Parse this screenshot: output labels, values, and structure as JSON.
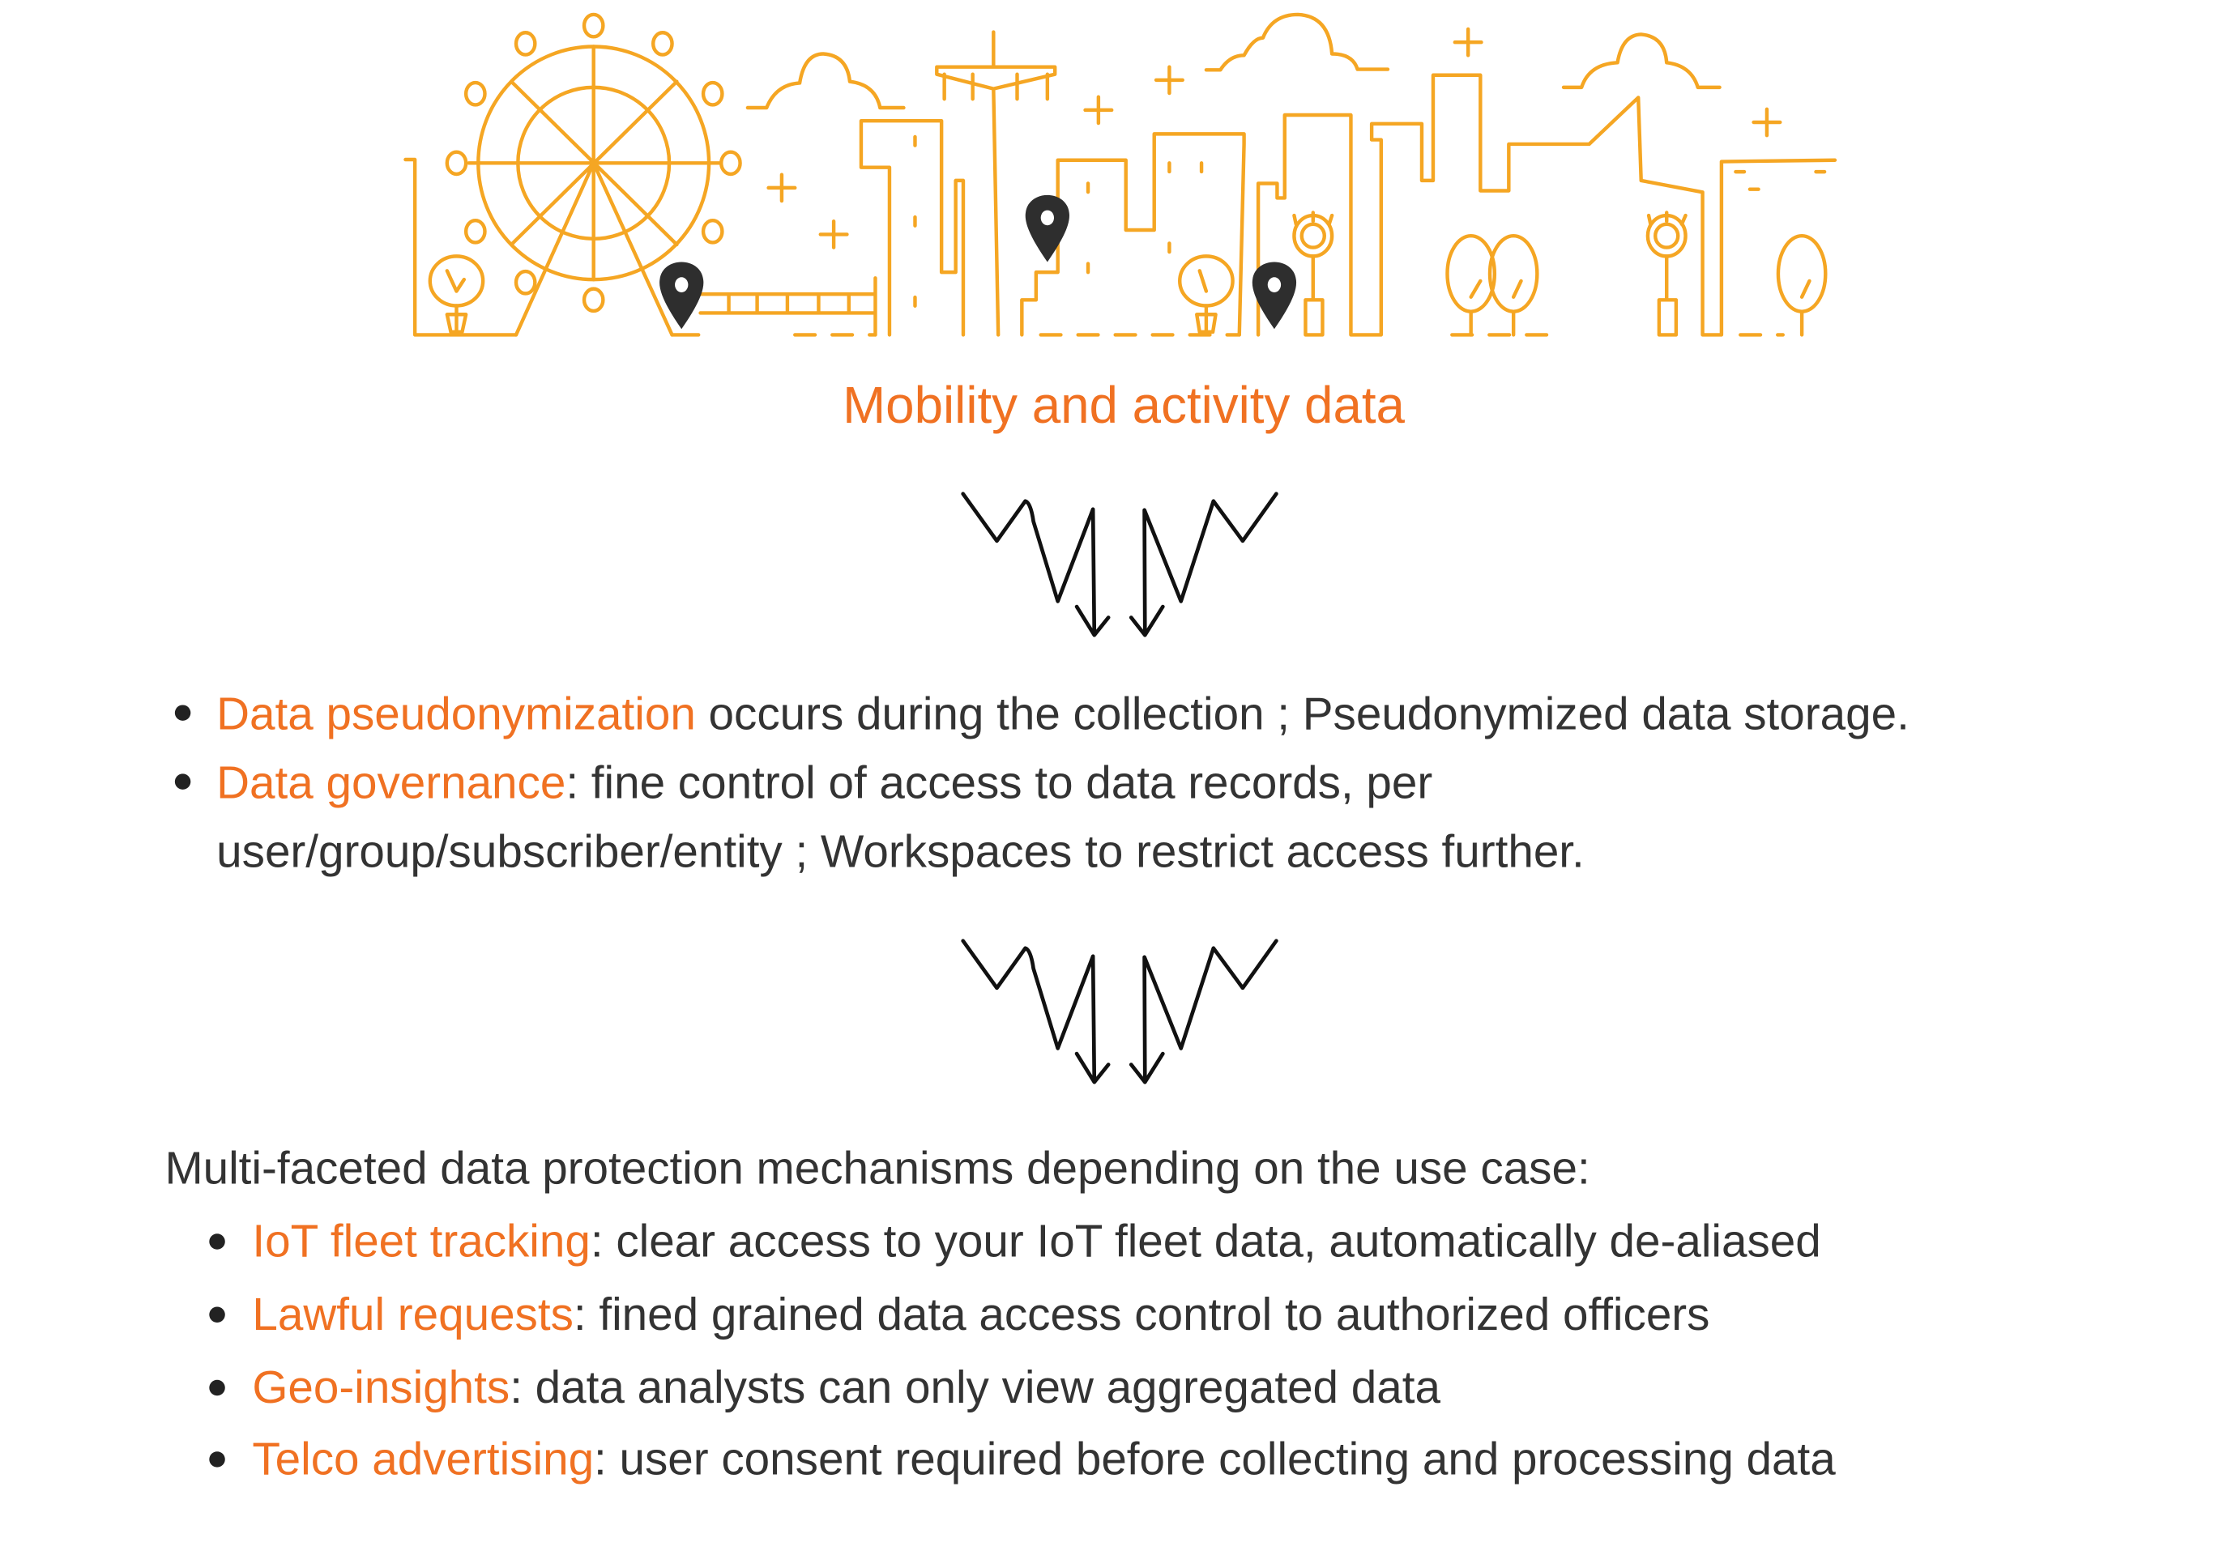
{
  "colors": {
    "accent": "#F07122",
    "illustration": "#F5A623",
    "text": "#333333"
  },
  "title": "Mobility and activity data",
  "first_list": [
    {
      "highlight": "Data pseudonymization",
      "text": " occurs during the collection ; Pseudonymized data storage."
    },
    {
      "highlight": "Data governance",
      "text": ": fine control of access to data records, per",
      "continuation": "user/group/subscriber/entity ; Workspaces to restrict access further."
    }
  ],
  "intro": "Multi-faceted data protection mechanisms depending on the use case:",
  "use_cases": [
    {
      "highlight": "IoT fleet tracking",
      "text": ": clear access to your IoT fleet data, automatically de-aliased"
    },
    {
      "highlight": "Lawful requests",
      "text": ": fined grained data access control to authorized officers"
    },
    {
      "highlight": "Geo-insights",
      "text": ": data analysts can only view aggregated data"
    },
    {
      "highlight": "Telco advertising",
      "text": ": user consent required before collecting and processing data"
    }
  ],
  "icons": [
    "city-skyline-illustration",
    "location-pin-icon",
    "squiggle-arrows-icon"
  ]
}
